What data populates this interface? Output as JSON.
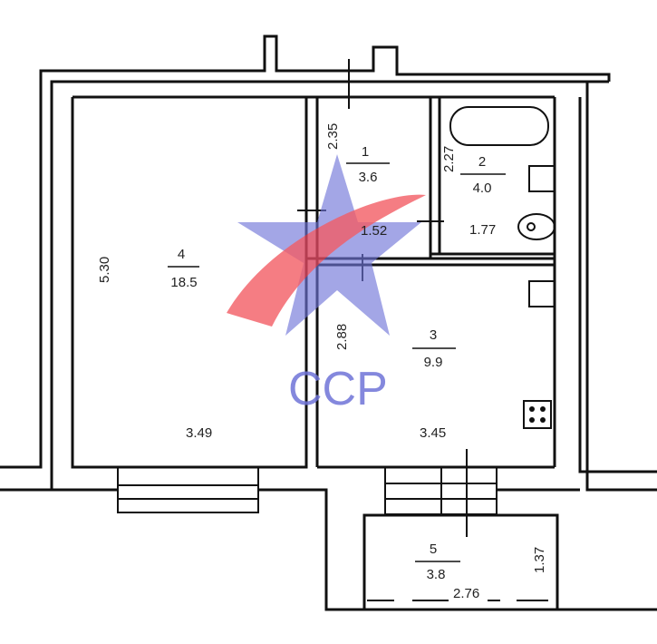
{
  "rooms": [
    {
      "number": "1",
      "area": "3.6"
    },
    {
      "number": "2",
      "area": "4.0"
    },
    {
      "number": "3",
      "area": "9.9"
    },
    {
      "number": "4",
      "area": "18.5"
    },
    {
      "number": "5",
      "area": "3.8"
    }
  ],
  "dimensions": {
    "room4_height": "5.30",
    "room4_width": "3.49",
    "room1_height": "2.35",
    "room1_width": "1.52",
    "room2_height": "2.27",
    "room2_width": "1.77",
    "room3_height": "2.88",
    "room3_width": "3.45",
    "balcony_height": "1.37",
    "balcony_width": "2.76"
  },
  "watermark": {
    "text": "CCP",
    "blue": "#6f74d8",
    "red": "#f0404a"
  }
}
